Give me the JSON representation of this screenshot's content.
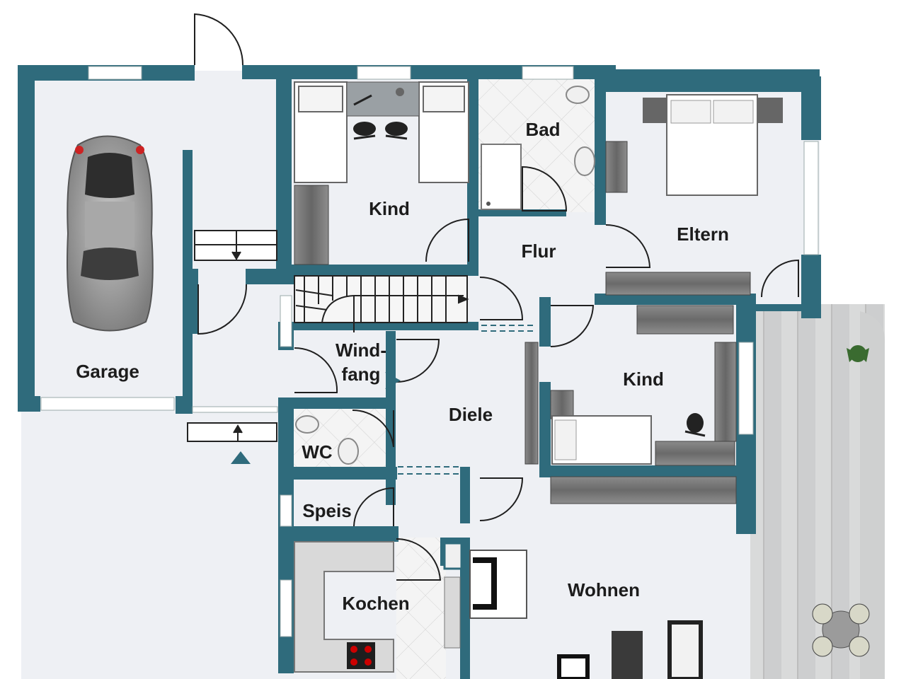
{
  "plan": {
    "colors": {
      "wall": "#2f6b7c",
      "floor": "#eef0f4",
      "tile": "#f3f3f3",
      "deck": "#cfd0d0",
      "furniture_dark": "#6e6e6e",
      "bed": "#ffffff",
      "label": "#1c1c1c"
    },
    "rooms": {
      "garage": "Garage",
      "kind_top": "Kind",
      "bad": "Bad",
      "eltern": "Eltern",
      "flur": "Flur",
      "windfang_1": "Wind-",
      "windfang_2": "fang",
      "diele": "Diele",
      "kind_right": "Kind",
      "wc": "WC",
      "speis": "Speis",
      "kochen": "Kochen",
      "wohnen": "Wohnen"
    },
    "icons": [
      "car-icon",
      "bed-icon",
      "desk-icon",
      "office-chair-icon",
      "toilet-icon",
      "sink-icon",
      "shower-icon",
      "stairs-icon",
      "wardrobe-icon",
      "stove-icon",
      "fireplace-icon",
      "sofa-icon",
      "dining-table-icon",
      "plant-icon",
      "entrance-arrow-icon"
    ]
  }
}
